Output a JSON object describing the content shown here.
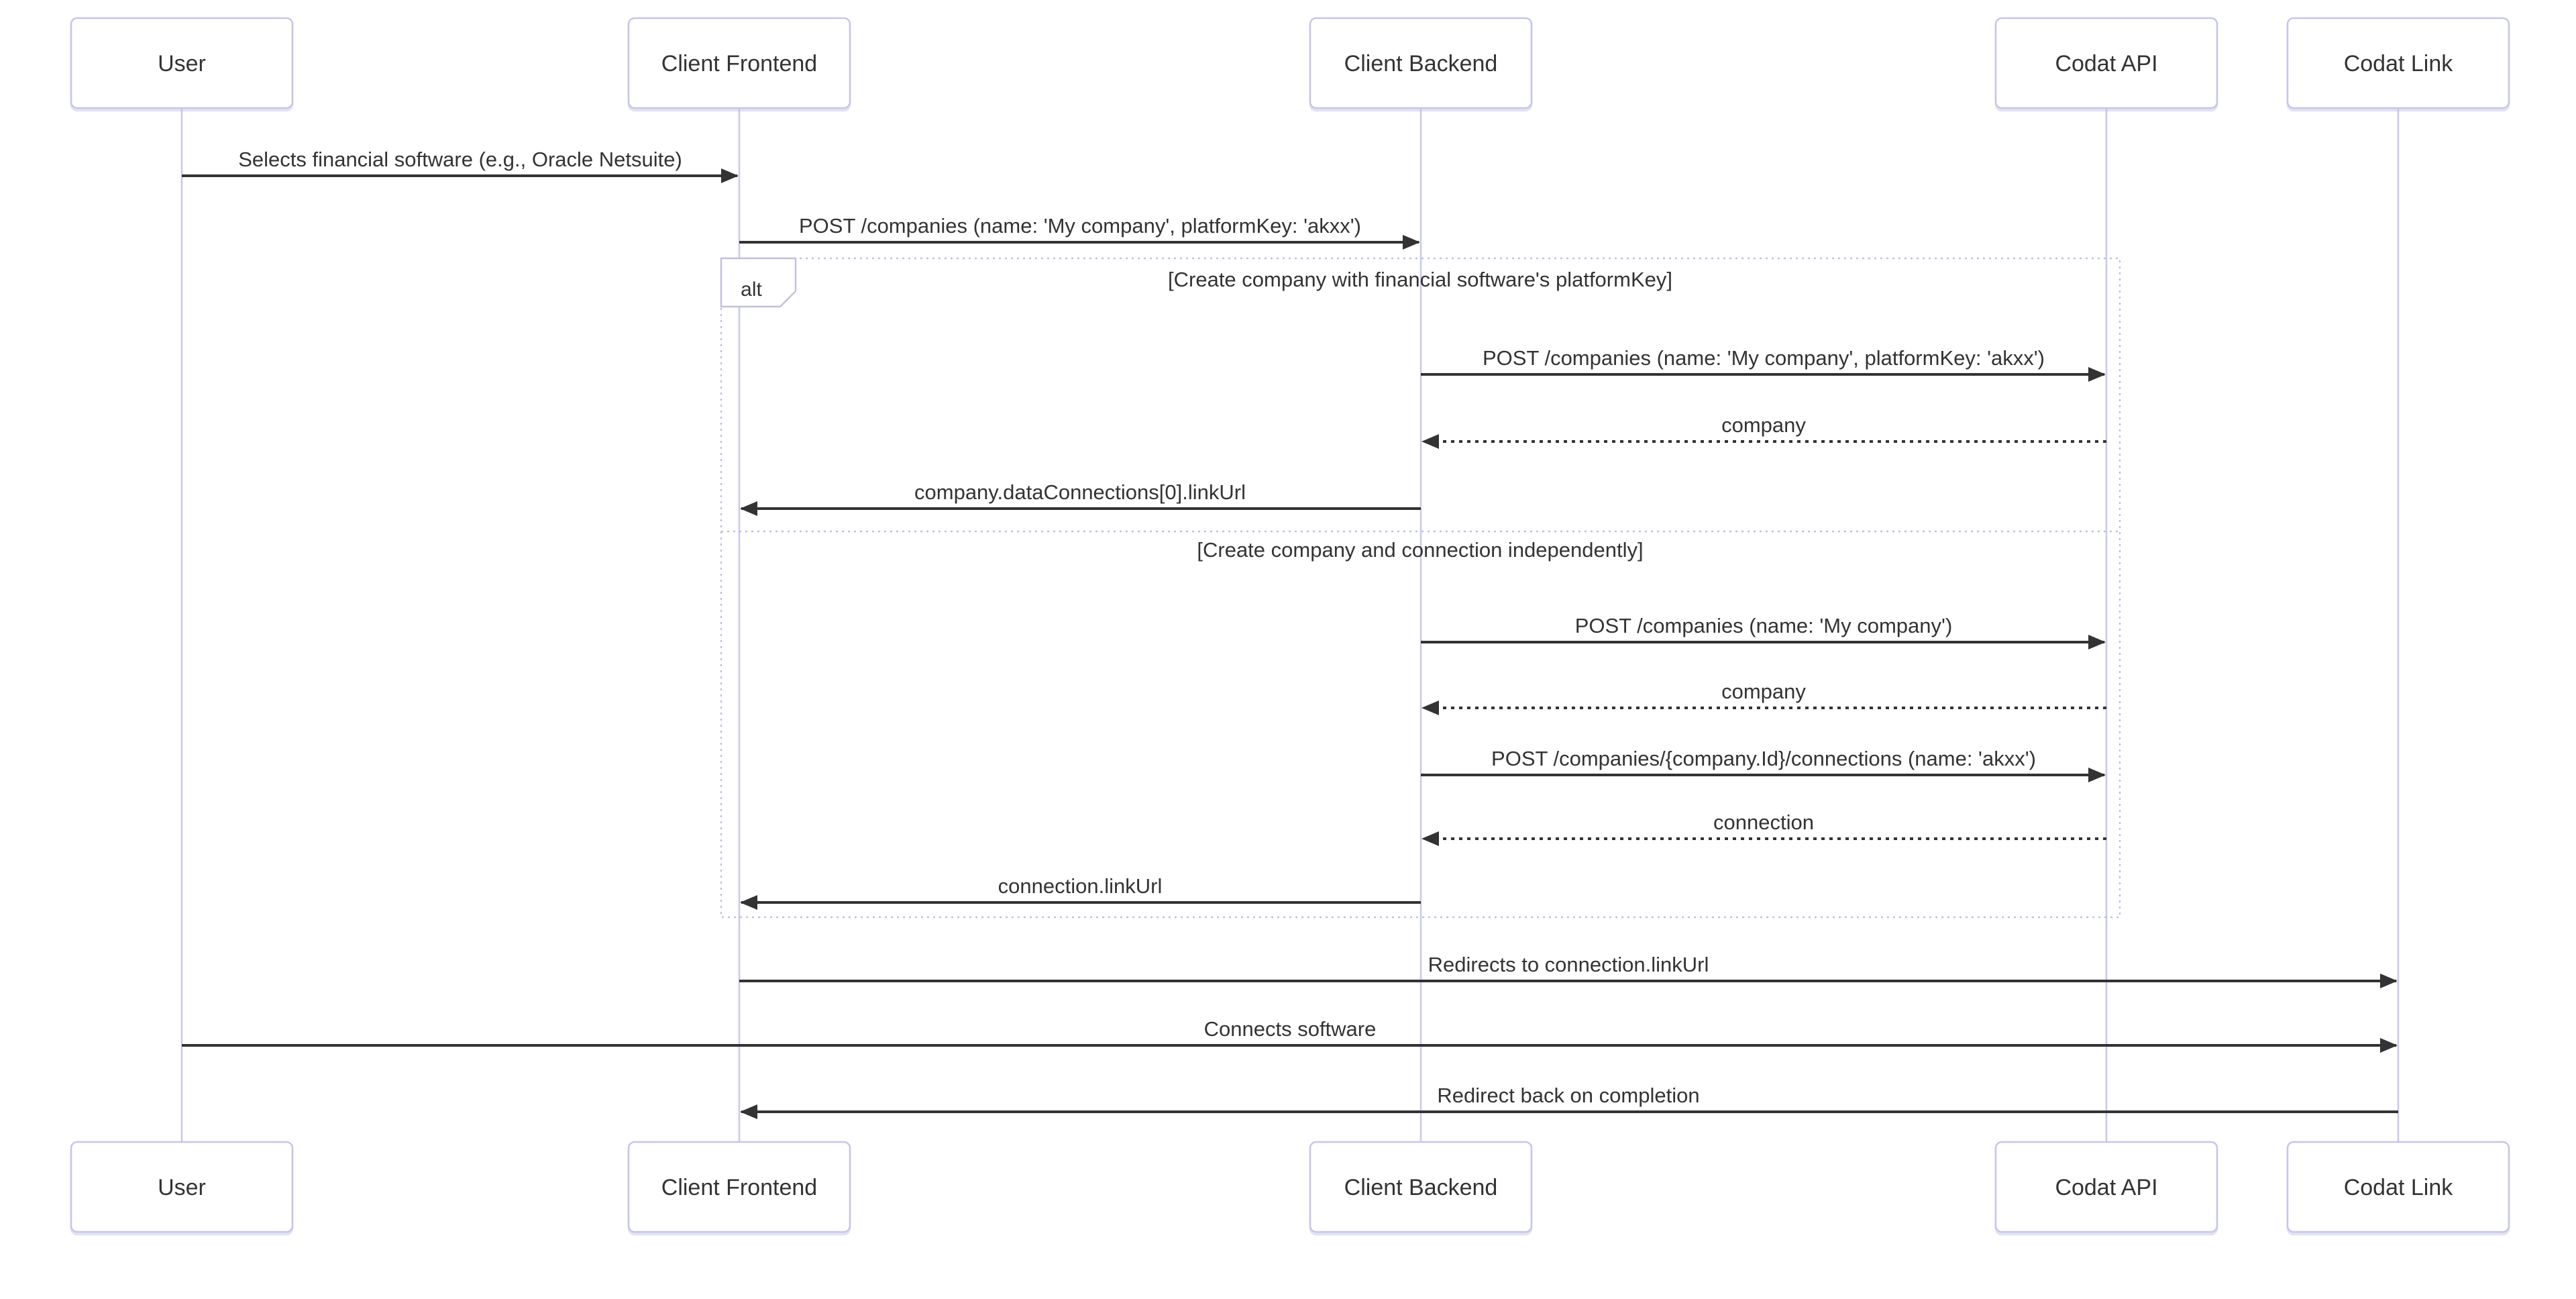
{
  "diagram_type": "sequence-diagram",
  "colors": {
    "background": "#ffffff",
    "actor_border": "#c6c6ea",
    "lifeline": "#c9c9ed",
    "arrow": "#333333",
    "text": "#333333",
    "frame_border": "#bfbfe6"
  },
  "actors": [
    {
      "label": "User"
    },
    {
      "label": "Client Frontend"
    },
    {
      "label": "Client Backend"
    },
    {
      "label": "Codat API"
    },
    {
      "label": "Codat Link"
    }
  ],
  "messages": [
    {
      "from": "User",
      "to": "Client Frontend",
      "style": "solid",
      "text": "Selects financial software (e.g., Oracle Netsuite)"
    },
    {
      "from": "Client Frontend",
      "to": "Client Backend",
      "style": "solid",
      "text": "POST /companies (name: 'My company', platformKey: 'akxx')"
    },
    {
      "from": "Client Backend",
      "to": "Codat API",
      "style": "solid",
      "text": "POST /companies (name: 'My company', platformKey: 'akxx')"
    },
    {
      "from": "Codat API",
      "to": "Client Backend",
      "style": "dashed",
      "text": "company"
    },
    {
      "from": "Client Backend",
      "to": "Client Frontend",
      "style": "solid",
      "text": "company.dataConnections[0].linkUrl"
    },
    {
      "from": "Client Backend",
      "to": "Codat API",
      "style": "solid",
      "text": "POST /companies (name: 'My company')"
    },
    {
      "from": "Codat API",
      "to": "Client Backend",
      "style": "dashed",
      "text": "company"
    },
    {
      "from": "Client Backend",
      "to": "Codat API",
      "style": "solid",
      "text": "POST /companies/{company.Id}/connections (name: 'akxx')"
    },
    {
      "from": "Codat API",
      "to": "Client Backend",
      "style": "dashed",
      "text": "connection"
    },
    {
      "from": "Client Backend",
      "to": "Client Frontend",
      "style": "solid",
      "text": "connection.linkUrl"
    },
    {
      "from": "Client Frontend",
      "to": "Codat Link",
      "style": "solid",
      "text": "Redirects to connection.linkUrl"
    },
    {
      "from": "User",
      "to": "Codat Link",
      "style": "solid",
      "text": "Connects software"
    },
    {
      "from": "Codat Link",
      "to": "Client Frontend",
      "style": "solid",
      "text": "Redirect back on completion"
    }
  ],
  "alt": {
    "label": "alt",
    "sections": [
      {
        "condition": "[Create company with financial software's platformKey]"
      },
      {
        "condition": "[Create company and connection independently]"
      }
    ]
  }
}
